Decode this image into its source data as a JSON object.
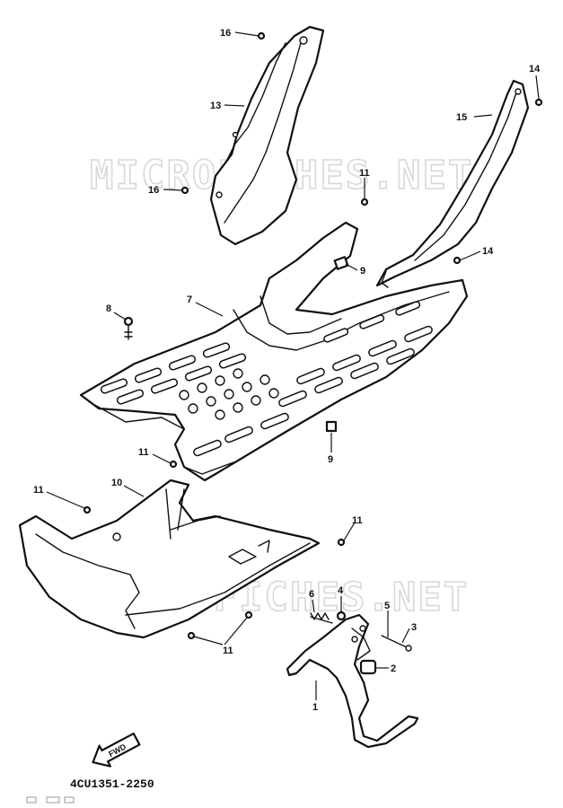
{
  "watermark": "MICROFICHES.NET",
  "document_id": "4CU1351-2250",
  "fwd_label": "FWD",
  "callouts": {
    "c1": "1",
    "c2": "2",
    "c3": "3",
    "c4": "4",
    "c5": "5",
    "c6": "6",
    "c7": "7",
    "c8": "8",
    "c9a": "9",
    "c9b": "9",
    "c10": "10",
    "c11a": "11",
    "c11b": "11",
    "c11c": "11",
    "c11d": "11",
    "c11e": "11",
    "c13": "13",
    "c14a": "14",
    "c14b": "14",
    "c15": "15",
    "c16a": "16",
    "c16b": "16"
  }
}
